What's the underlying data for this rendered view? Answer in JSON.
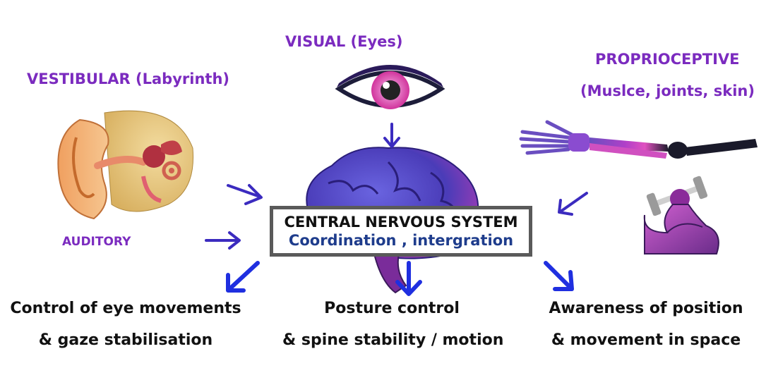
{
  "inputs": {
    "vestibular": "VESTIBULAR (Labyrinth)",
    "visual": "VISUAL (Eyes)",
    "proprioceptive_line1": "PROPRIOCEPTIVE",
    "proprioceptive_line2": "(Muslce, joints, skin)",
    "auditory": "AUDITORY"
  },
  "center": {
    "title": "CENTRAL NERVOUS SYSTEM",
    "subtitle": "Coordination , intergration"
  },
  "outputs": {
    "left_line1": "Control of eye movements",
    "left_line2": "& gaze stabilisation",
    "middle_line1": "Posture control",
    "middle_line2": "& spine stability / motion",
    "right_line1": "Awareness of position",
    "right_line2": "& movement in space"
  },
  "colors": {
    "label_purple": "#7b2bbf",
    "subtitle_blue": "#1e3c8c",
    "arrow_input": "#3b2bbf",
    "arrow_output": "#1f2fe0",
    "box_border": "#5a5a5a"
  },
  "icons": [
    "ear-icon",
    "eye-icon",
    "brain-icon",
    "skeleton-arm-icon",
    "flexed-arm-dumbbell-icon"
  ]
}
